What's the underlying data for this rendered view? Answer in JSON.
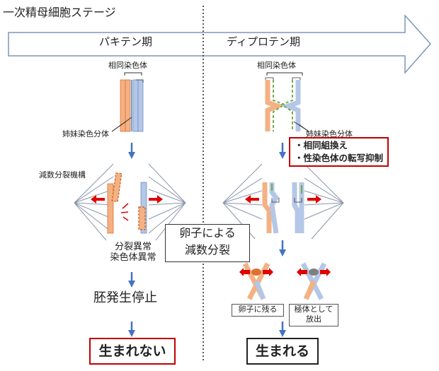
{
  "header": {
    "title": "一次精母細胞ステージ",
    "stage_left": "パキテン期",
    "stage_right": "ディプロテン期"
  },
  "labels": {
    "homolog_left": "相同染色体",
    "homolog_right": "相同染色体",
    "sister_left": "姉妹染色分体",
    "sister_right": "姉妹染色分体",
    "meiotic_machinery": "減数分裂機構",
    "abnormal_line1": "分裂異常",
    "abnormal_line2": "染色体異常",
    "oocyte_meiosis_line1": "卵子による",
    "oocyte_meiosis_line2": "減数分裂",
    "arrest": "胚発生停止",
    "remain_in_egg": "卵子に残る",
    "polar_body_line1": "極体として",
    "polar_body_line2": "放出"
  },
  "events": {
    "item1": "・相同組換え",
    "item2": "・性染色体の転写抑制"
  },
  "outcomes": {
    "not_born": "生まれない",
    "born": "生まれる"
  },
  "colors": {
    "maternal": "#f4b183",
    "maternal_edge": "#e07030",
    "paternal": "#b4c7e7",
    "paternal_edge": "#7090c8",
    "crossover": "#70ad47",
    "arrow": "#4472c4",
    "force_arrow": "#e00000",
    "highlight_border": "#c00000"
  }
}
